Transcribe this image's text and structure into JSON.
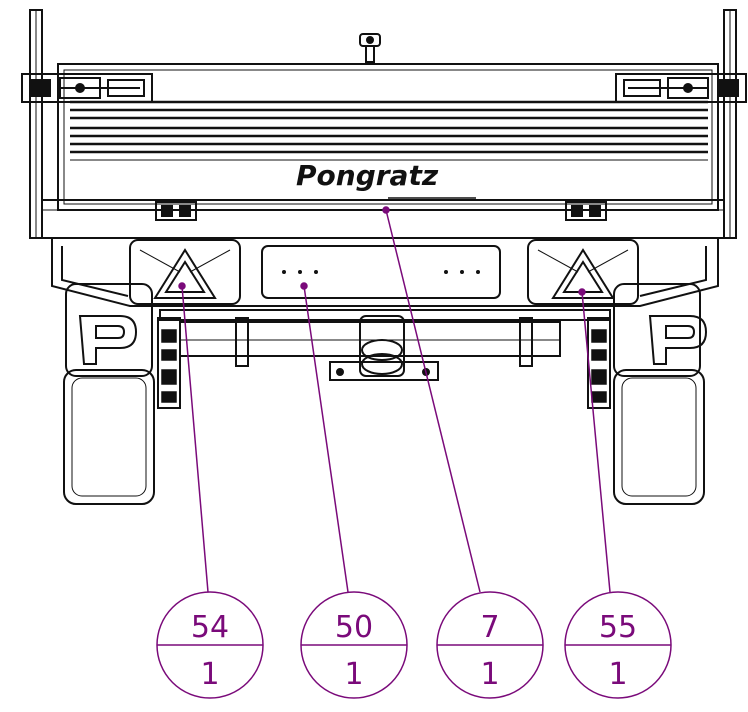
{
  "drawing": {
    "brand_name": "Pongratz",
    "accent_color": "#7a0a7a",
    "line_color": "#111111"
  },
  "callouts": [
    {
      "id": "54",
      "item": "54",
      "qty": "1",
      "target": "left-rear-light"
    },
    {
      "id": "50",
      "item": "50",
      "qty": "1",
      "target": "license-plate-holder"
    },
    {
      "id": "7",
      "item": "7",
      "qty": "1",
      "target": "pongratz-logo"
    },
    {
      "id": "55",
      "item": "55",
      "qty": "1",
      "target": "right-rear-light"
    }
  ]
}
